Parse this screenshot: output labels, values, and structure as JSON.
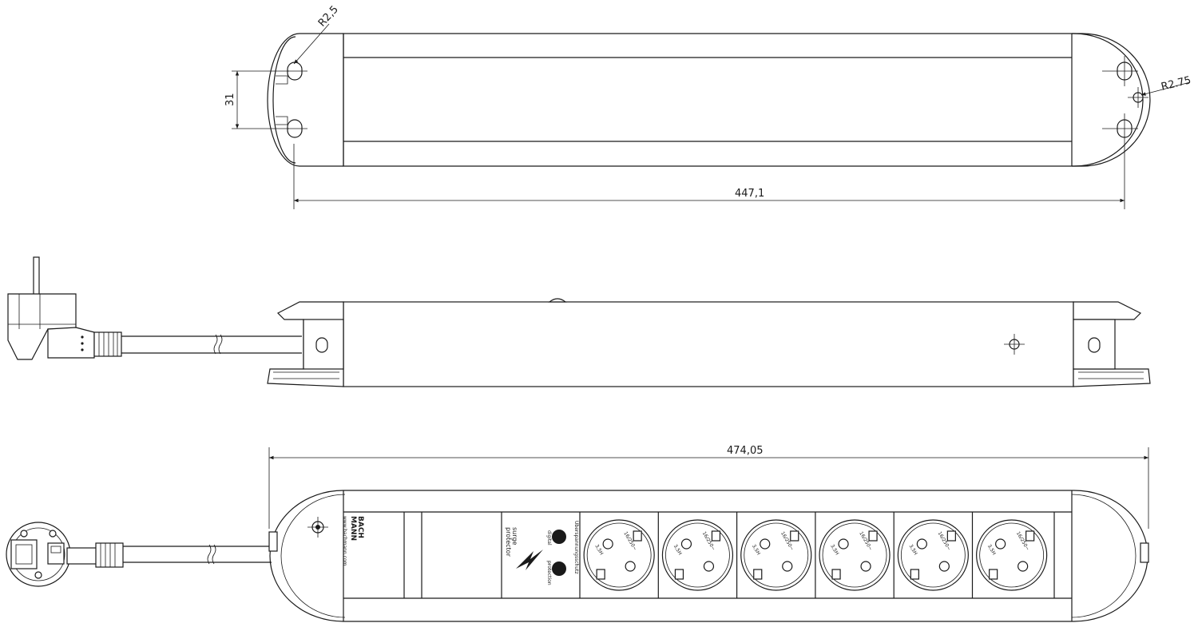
{
  "dimensions": {
    "top_radius_left": "R2,5",
    "top_radius_right": "R2.75",
    "top_height": "31",
    "top_length": "447,1",
    "front_length": "474,05"
  },
  "front": {
    "brand": [
      "BACH",
      "MANN"
    ],
    "website": "www.bachmann.com",
    "surge_label": [
      "surge",
      "protector"
    ],
    "indicator_text": "Überspannungsschutz",
    "indicator_labels": [
      "digital",
      "protection"
    ],
    "socket_rating": "16/250~",
    "socket_mark": "3,5H",
    "socket_count": 6
  }
}
